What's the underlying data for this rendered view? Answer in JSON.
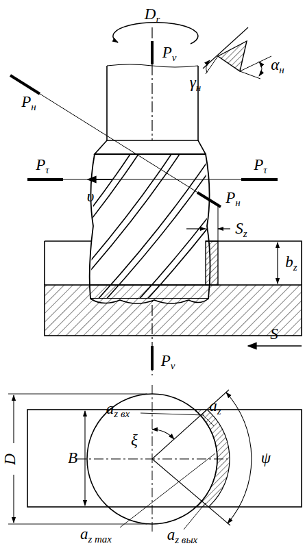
{
  "diagram": {
    "labels": [
      "Dr",
      "Pv",
      "γн",
      "αн",
      "Pн",
      "Pτ",
      "Pτ",
      "υ",
      "Pн",
      "Sz",
      "bz",
      "S",
      "Pv",
      "D",
      "B",
      "az вх",
      "az",
      "ξ",
      "ψ",
      "az max",
      "az вых"
    ]
  }
}
